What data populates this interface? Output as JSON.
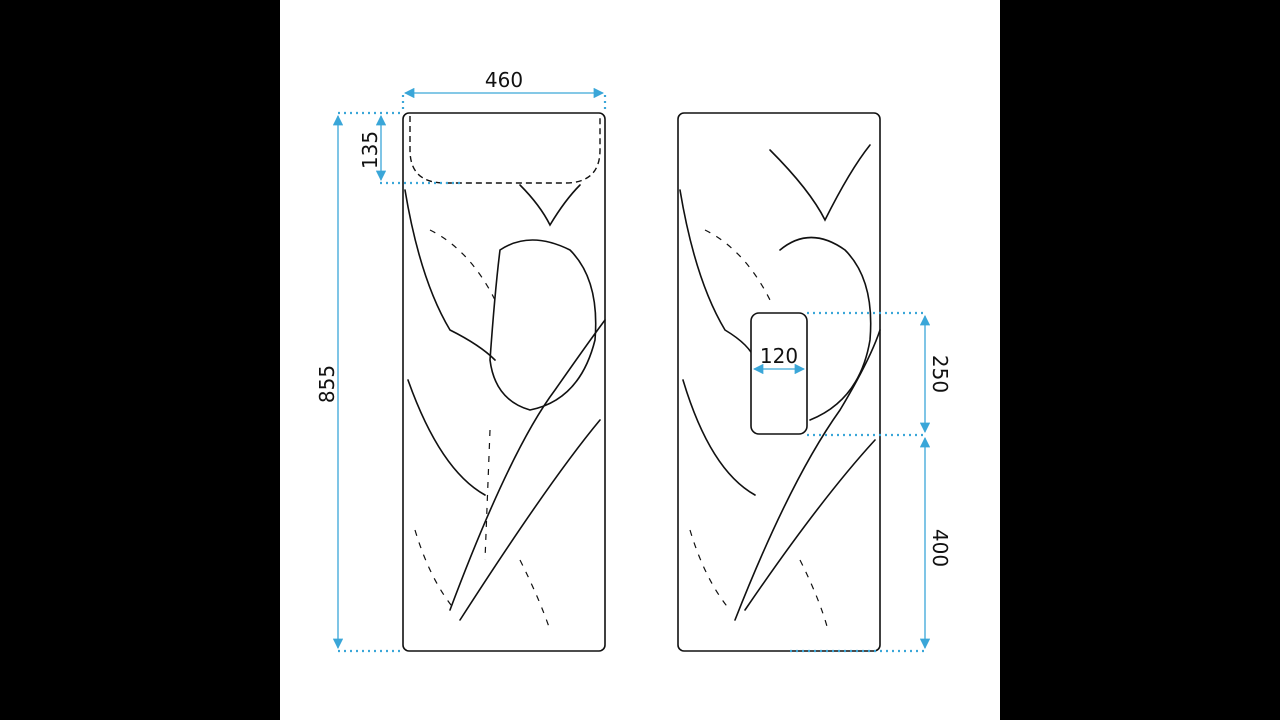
{
  "drawing": {
    "front_view": {
      "width_label": "460",
      "height_label": "855",
      "basin_depth_label": "135"
    },
    "side_view": {
      "opening_width_label": "120",
      "opening_height_label": "250",
      "opening_height_from_floor_label": "400"
    },
    "colors": {
      "dimension": "#3aa6d8",
      "outline": "#111111"
    }
  }
}
